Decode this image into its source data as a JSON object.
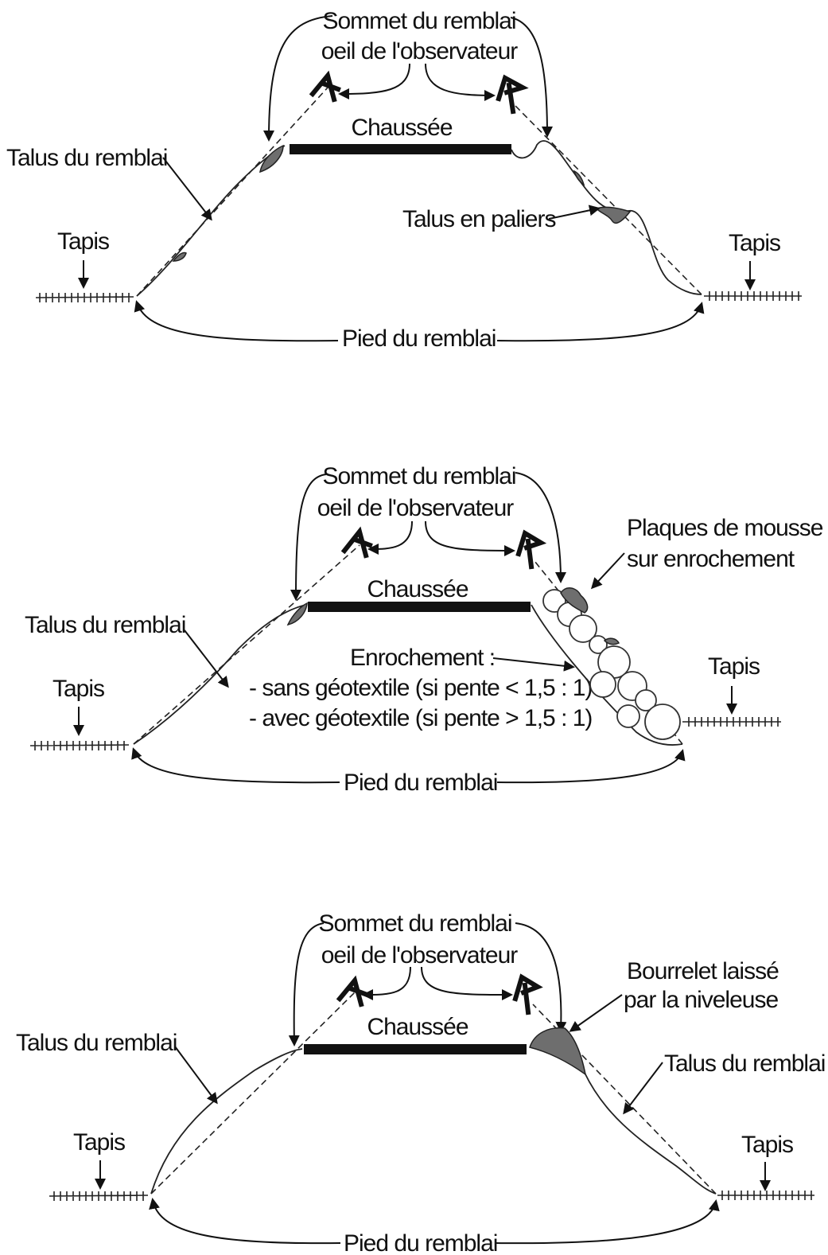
{
  "diagrams": [
    {
      "summit_label": "Sommet du remblai",
      "eye_label": "oeil de l'observateur",
      "road_label": "Chaussée",
      "left_slope_label": "Talus du remblai",
      "feature_label": "Talus en paliers",
      "left_mat_label": "Tapis",
      "right_mat_label": "Tapis",
      "foot_label": "Pied du remblai"
    },
    {
      "summit_label": "Sommet du remblai",
      "eye_label": "oeil de l'observateur",
      "road_label": "Chaussée",
      "left_slope_label": "Talus du remblai",
      "moss_label_line1": "Plaques de mousse",
      "moss_label_line2": "sur enrochement",
      "riprap_label": "Enrochement :",
      "riprap_line1": "- sans géotextile (si pente < 1,5 : 1)",
      "riprap_line2": "- avec géotextile (si pente > 1,5 : 1)",
      "left_mat_label": "Tapis",
      "right_mat_label": "Tapis",
      "foot_label": "Pied du remblai"
    },
    {
      "summit_label": "Sommet du remblai",
      "eye_label": "oeil de l'observateur",
      "road_label": "Chaussée",
      "left_slope_label": "Talus du remblai",
      "right_slope_label": "Talus du remblai",
      "bulge_label_line1": "Bourrelet laissé",
      "bulge_label_line2": "par la niveleuse",
      "left_mat_label": "Tapis",
      "right_mat_label": "Tapis",
      "foot_label": "Pied du remblai"
    }
  ]
}
